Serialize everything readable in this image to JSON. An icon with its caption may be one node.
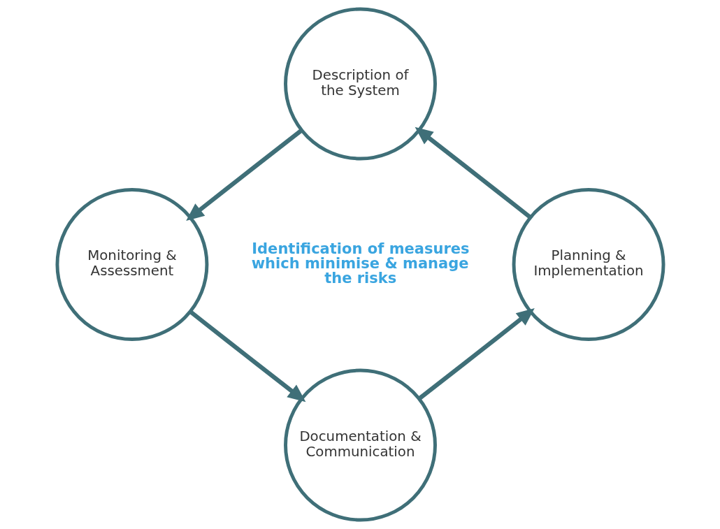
{
  "diagram": {
    "nodes": [
      {
        "text": [
          "Description of the System"
        ]
      },
      {
        "text": [
          "Monitoring & Assessment"
        ]
      },
      {
        "text": [
          "Documentation & Communication"
        ]
      },
      {
        "text": [
          "Planning & Implementation"
        ]
      }
    ],
    "edges": [
      {
        "from": 0,
        "to": 1,
        "arrow": "to"
      },
      {
        "from": 1,
        "to": 2,
        "arrow": "to"
      },
      {
        "from": 2,
        "to": 3,
        "arrow": "to"
      },
      {
        "from": 3,
        "to": 0,
        "arrow": "to"
      }
    ],
    "labels": [
      "Identification of measures which minimise & manage the risks"
    ]
  }
}
